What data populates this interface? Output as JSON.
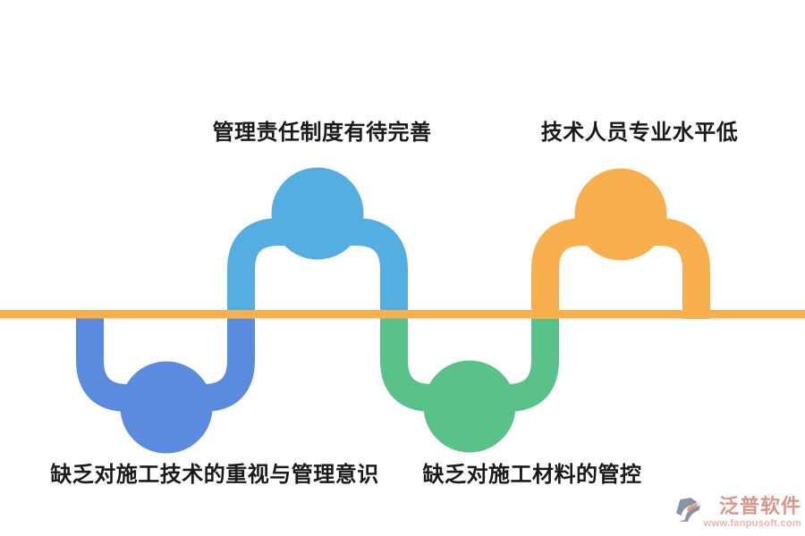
{
  "diagram": {
    "type": "alternating-wave-process",
    "baseline": {
      "orientation": "horizontal",
      "color": "#F8B04E"
    },
    "nodes": [
      {
        "label": "管理责任制度有待完善",
        "position": "above-line",
        "color": "#54AEE2"
      },
      {
        "label": "技术人员专业水平低",
        "position": "above-line",
        "color": "#F8B04E"
      },
      {
        "label": "缺乏对施工技术的重视与管理意识",
        "position": "below-line",
        "color": "#5B8BDF"
      },
      {
        "label": "缺乏对施工材料的管控",
        "position": "below-line",
        "color": "#58C289"
      }
    ],
    "colors": {
      "royal_blue": "#5B8BDF",
      "sky_blue": "#54AEE2",
      "green": "#58C289",
      "orange": "#F8B04E",
      "label_text": "#1A1A1A"
    }
  },
  "watermark": {
    "brand": "泛普软件",
    "url": "www.fanpusoft.com",
    "brand_color": "#D9968D",
    "url_color": "#ECB4AC",
    "logo_slate": "#8793A8",
    "logo_orange": "#E59B75"
  }
}
